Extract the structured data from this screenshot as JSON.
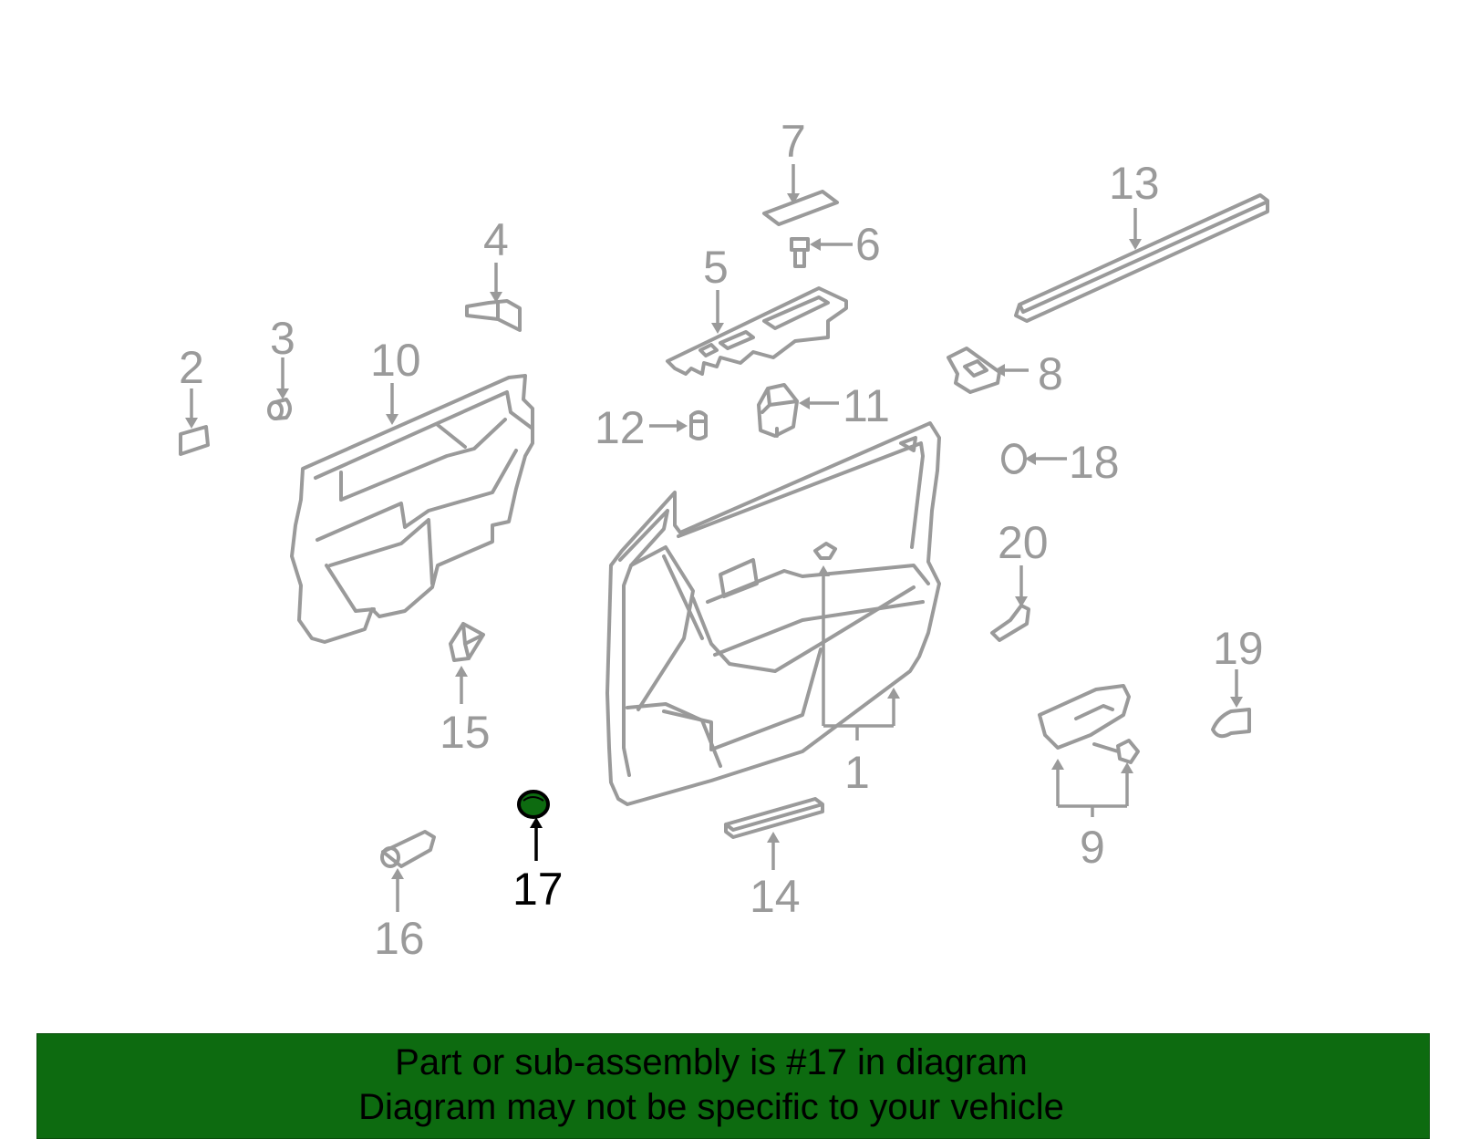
{
  "diagram": {
    "highlight_color": "#0d6b10",
    "line_color": "#9a9a9a",
    "labels": {
      "p1": "1",
      "p2": "2",
      "p3": "3",
      "p4": "4",
      "p5": "5",
      "p6": "6",
      "p7": "7",
      "p8": "8",
      "p9": "9",
      "p10": "10",
      "p11": "11",
      "p12": "12",
      "p13": "13",
      "p14": "14",
      "p15": "15",
      "p16": "16",
      "p17": "17",
      "p18": "18",
      "p19": "19",
      "p20": "20"
    },
    "highlighted_part": "17"
  },
  "banner": {
    "line1": "Part or sub-assembly is #17 in diagram",
    "line2": "Diagram may not be specific to your vehicle",
    "background": "#0d6b10"
  }
}
